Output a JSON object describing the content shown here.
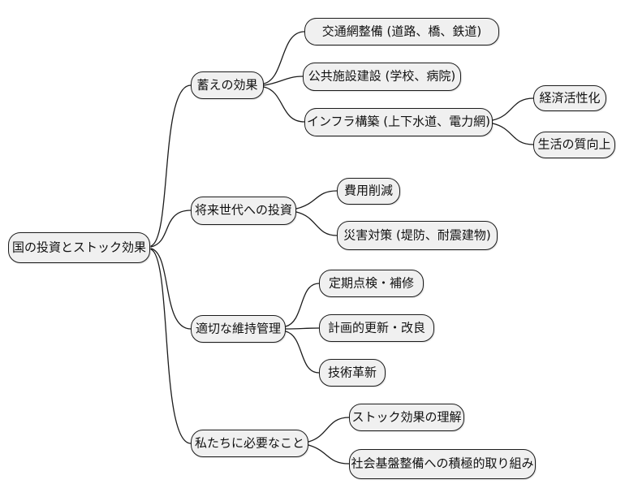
{
  "diagram": {
    "type": "mindmap",
    "root": {
      "label": "国の投資とストック効果"
    },
    "branches": [
      {
        "label": "蓄えの効果",
        "children": [
          {
            "label": "交通網整備 (道路、橋、鉄道)"
          },
          {
            "label": "公共施設建設 (学校、病院)"
          },
          {
            "label": "インフラ構築 (上下水道、電力網)",
            "children": [
              {
                "label": "経済活性化"
              },
              {
                "label": "生活の質向上"
              }
            ]
          }
        ]
      },
      {
        "label": "将来世代への投資",
        "children": [
          {
            "label": "費用削減"
          },
          {
            "label": "災害対策 (堤防、耐震建物)"
          }
        ]
      },
      {
        "label": "適切な維持管理",
        "children": [
          {
            "label": "定期点検・補修"
          },
          {
            "label": "計画的更新・改良"
          },
          {
            "label": "技術革新"
          }
        ]
      },
      {
        "label": "私たちに必要なこと",
        "children": [
          {
            "label": "ストック効果の理解"
          },
          {
            "label": "社会基盤整備への積極的取り組み"
          }
        ]
      }
    ],
    "colors": {
      "background": "#ffffff",
      "node_fill": "#f0f0f0",
      "node_border": "#1c1c1c",
      "edge": "#1c1c1c",
      "text": "#111111"
    }
  }
}
